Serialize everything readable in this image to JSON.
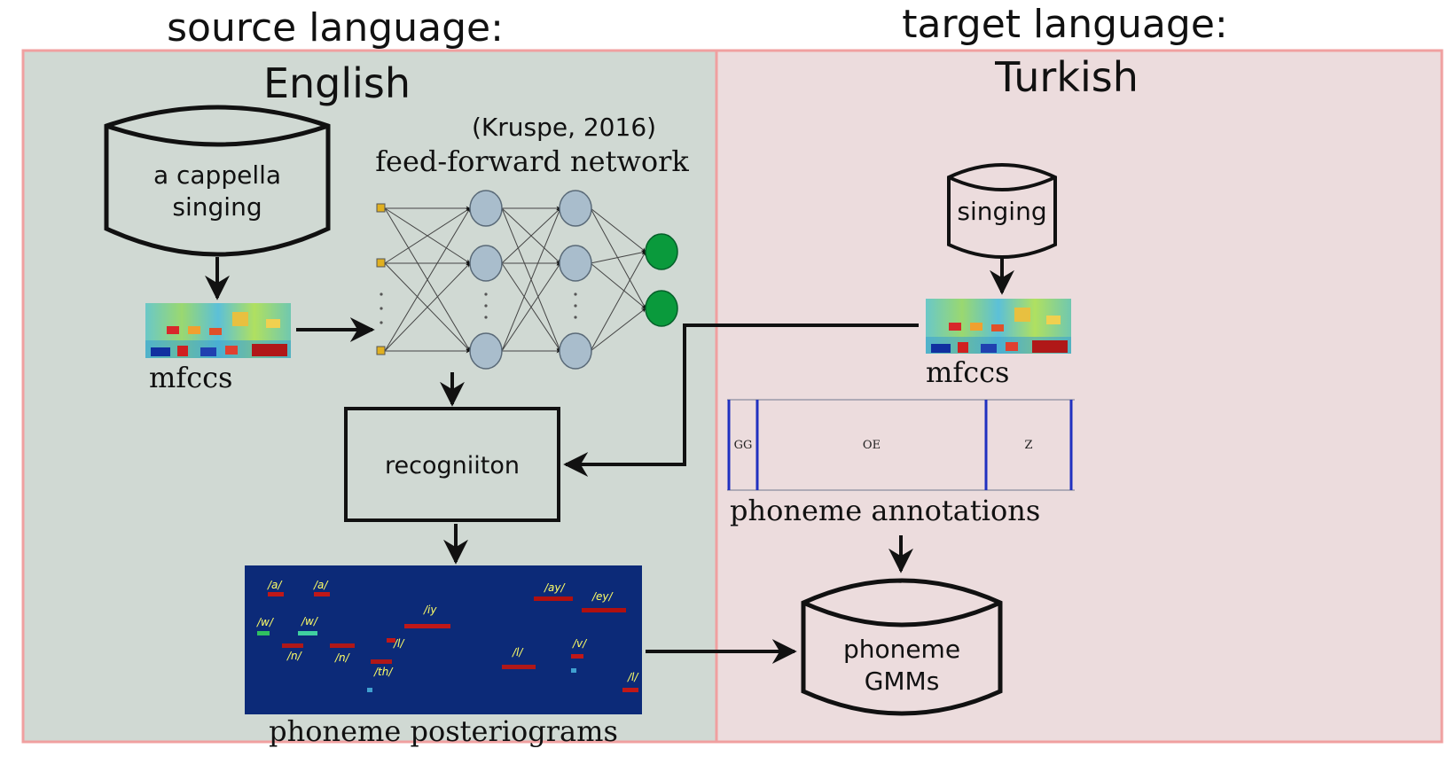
{
  "source_heading": "source language:",
  "target_heading": "target language:",
  "source_language": "English",
  "target_language": "Turkish",
  "citation": "(Kruspe, 2016)",
  "network_label": "feed-forward network",
  "a_cappella_db": {
    "line1": "a cappella",
    "line2": "singing"
  },
  "singing_db": "singing",
  "mfccs_source": "mfccs",
  "mfccs_target": "mfccs",
  "recognition_box": "recogniiton",
  "posteriogram_label": "phoneme posteriograms",
  "annotations_label": "phoneme annotations",
  "annotation_segments": [
    "GG",
    "OE",
    "Z"
  ],
  "gmm_db": {
    "line1": "phoneme",
    "line2": "GMMs"
  },
  "phoneme_tags": [
    "/a/",
    "/a/",
    "/ay/",
    "/ey/",
    "/w/",
    "/w/",
    "/iy",
    "/n/",
    "/n/",
    "/l/",
    "/th/",
    "/l/",
    "/v/",
    "/l/"
  ],
  "colors": {
    "source_panel": "#d0d9d3",
    "target_panel": "#ecdcdd",
    "panel_border": "#f0a0a0",
    "node_hidden": "#a9bdcc",
    "node_output": "#0a9a3c",
    "node_input": "#e0b020",
    "annotation_line": "#2030c0",
    "posteriogram_bg": "#0c2a78"
  }
}
